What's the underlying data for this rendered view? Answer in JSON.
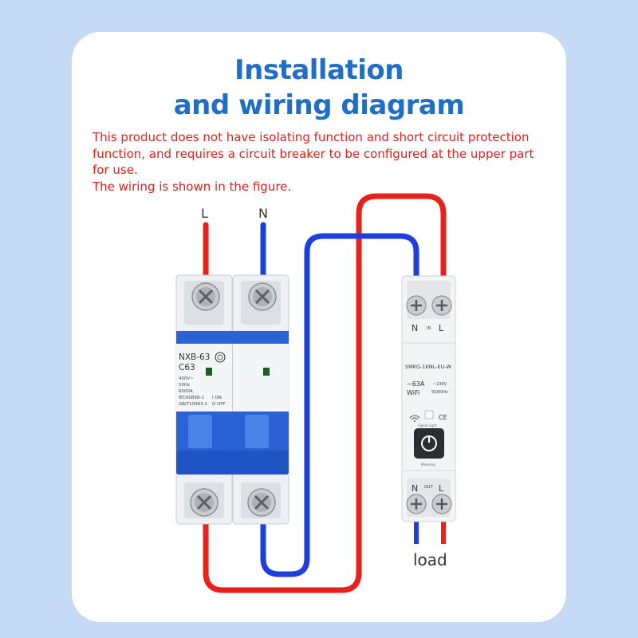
{
  "title": {
    "line1": "Installation",
    "line2": "and wiring diagram"
  },
  "notice": {
    "line1": "This product does not have isolating function and short circuit protection",
    "line2": "function, and requires a circuit breaker to be configured at the upper part",
    "line3": "for use.",
    "line4": "The wiring is shown in the figure."
  },
  "terminals": {
    "live": "L",
    "neutral": "N",
    "load": "load"
  },
  "breaker": {
    "model": "NXB-63",
    "rating": "C63",
    "spec_lines": [
      "400V~",
      "50Hz",
      "6000A",
      "IEC60898-1",
      "GB/T10963.1"
    ],
    "switch_on": "I ON",
    "switch_off": "O OFF"
  },
  "smart_switch": {
    "model": "SMKG-1KNL-EU-W",
    "input_label": "IN",
    "output_label": "OUT",
    "current": "~63A",
    "connectivity": "WiFi",
    "voltage": "~230V",
    "frequency": "50/60Hz",
    "ce_mark": "CE",
    "signal_light_label": "Signal Light",
    "button_caption": "Metering",
    "n_label": "N",
    "l_label": "L"
  },
  "colors": {
    "background": "#c5dbf5",
    "title": "#1f6fc8",
    "notice": "#e0201c",
    "wire_live": "#e8211d",
    "wire_neutral": "#1d3fe0",
    "breaker_blue": "#2a62d6"
  }
}
